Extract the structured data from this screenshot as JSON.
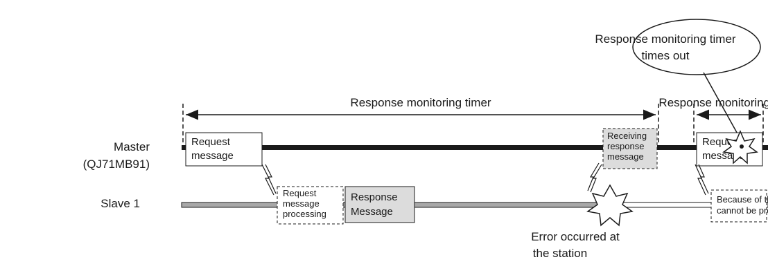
{
  "rows": {
    "master_line1": "Master",
    "master_line2": "(QJ71MB91)",
    "slave": "Slave 1"
  },
  "timers": {
    "first": "Response monitoring timer",
    "second": "Response monitoring timer"
  },
  "callout": {
    "line1": "Response monitoring timer",
    "line2": "times out"
  },
  "master_boxes": {
    "request1_line1": "Request",
    "request1_line2": "message",
    "receiving_line1": "Receiving",
    "receiving_line2": "response",
    "receiving_line3": "message",
    "request2_line1": "Request",
    "request2_line2": "message"
  },
  "slave_boxes": {
    "processing_line1": "Request",
    "processing_line2": "message",
    "processing_line3": "processing",
    "response_line1": "Response",
    "response_line2": "Message",
    "error_note_line1": "Because of the error, request message",
    "error_note_line2": "cannot be processed."
  },
  "error_label": {
    "line1": "Error occurred at",
    "line2": "the station"
  },
  "colors": {
    "line": "#1a1a1a",
    "box_fill_grey": "#dcdcdc",
    "slave_line_grey": "#a8a8a8"
  }
}
